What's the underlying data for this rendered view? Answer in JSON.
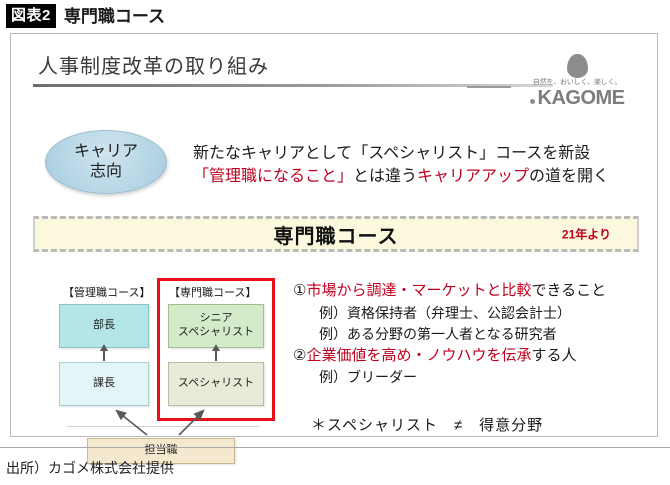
{
  "figure": {
    "tag": "図表2",
    "title": "専門職コース"
  },
  "slide": {
    "heading": "人事制度改革の取り組み",
    "logo": {
      "tagline": "自然を、おいしく、楽しく。",
      "wordmark": "KAGOME"
    },
    "career_badge": {
      "line1": "キャリア",
      "line2": "志向"
    },
    "lead": {
      "line1": "新たなキャリアとして「スペシャリスト」コースを新設",
      "line2_part1_red": "「管理職になること」",
      "line2_part2_black": "とは違う",
      "line2_part3_red": "キャリアアップ",
      "line2_part4_black": "の道を開く"
    },
    "banner": {
      "title": "専門職コース",
      "note": "21年より"
    },
    "org_chart": {
      "label_management": "【管理職コース】",
      "label_specialist": "【専門職コース】",
      "box_bucho": "部長",
      "box_kacho": "課長",
      "box_senior_specialist_line1": "シニア",
      "box_senior_specialist_line2": "スペシャリスト",
      "box_specialist": "スペシャリスト",
      "box_tanto": "担当職"
    },
    "bullets": [
      {
        "marker": "①",
        "red_text": "市場から調達・マーケットと比較",
        "black_text": "できること",
        "examples": [
          "例）資格保持者（弁理士、公認会計士）",
          "例）ある分野の第一人者となる研究者"
        ]
      },
      {
        "marker": "②",
        "red_text": "企業価値を高め・ノウハウを伝承",
        "black_text": "する人",
        "examples": [
          "例）ブリーダー"
        ]
      }
    ],
    "note": "＊スペシャリスト　≠　得意分野"
  },
  "source": "出所）カゴメ株式会社提供",
  "colors": {
    "accent_red": "#c00020",
    "frame_red": "#e8111a",
    "banner_bg": "#fbf8dd",
    "bucho_bg": "#b4e6e8",
    "kacho_bg": "#e3f5f7",
    "senior_bg": "#d4ebc9",
    "specialist_bg": "#e6ecd7",
    "tanto_bg": "#f4e9cf",
    "oval_bg": "#b3d4e4"
  }
}
